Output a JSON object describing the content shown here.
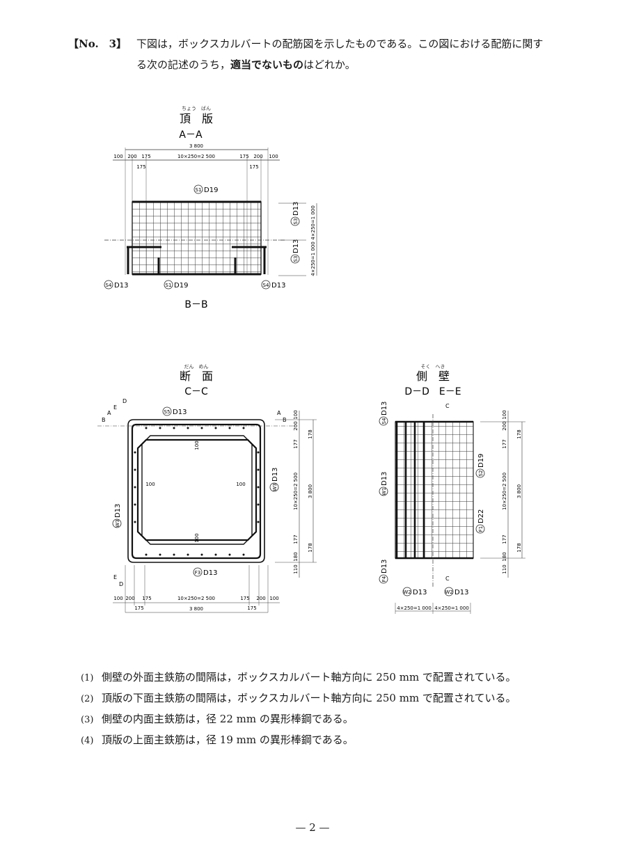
{
  "question": {
    "number": "【No.　3】",
    "line1": "下図は，ボックスカルバートの配筋図を示したものである。この図における配筋に関す",
    "line2_pre": "る次の記述のうち，",
    "line2_emph": "適当でないもの",
    "line2_post": "はどれか。"
  },
  "figures": {
    "top_slab": {
      "title_ruby": "ちょう　ばん",
      "title": "頂　版",
      "section": "A－A",
      "section_bottom": "B－B",
      "dim_total": "3 800",
      "dim_100": "100",
      "dim_200": "200",
      "dim_175": "175",
      "dim_span": "10×250=2 500",
      "dim_vert": "4×250=1 000",
      "label_s1": "D19",
      "label_s3": "D13",
      "label_s4": "D13"
    },
    "cross": {
      "title_ruby": "だん　めん",
      "title": "断　面",
      "section": "C－C",
      "label_s5": "D13",
      "label_w3": "D13",
      "label_f3": "D13",
      "dim_100": "100",
      "dim_vert_span": "10×250=2 500",
      "dim_total": "3 800",
      "dim_177": "177",
      "dim_178": "178",
      "dim_180": "180",
      "dim_110": "110",
      "cut_e": "E",
      "cut_d": "D",
      "cut_a": "A",
      "cut_b": "B"
    },
    "side_wall": {
      "title_ruby": "そく　へき",
      "title": "側　壁",
      "section": "D－D　E－E",
      "label_w1": "D13",
      "label_s2": "D19",
      "label_f1": "D22",
      "label_w2": "D13",
      "label_f4": "D13",
      "dim_bottom": "4×250=1 000",
      "cut_c": "C"
    }
  },
  "options": [
    {
      "no": "(1)",
      "text": "側壁の外面主鉄筋の間隔は，ボックスカルバート軸方向に 250 mm で配置されている。"
    },
    {
      "no": "(2)",
      "text": "頂版の下面主鉄筋の間隔は，ボックスカルバート軸方向に 250 mm で配置されている。"
    },
    {
      "no": "(3)",
      "text": "側壁の内面主鉄筋は，径 22 mm の異形棒鋼である。"
    },
    {
      "no": "(4)",
      "text": "頂版の上面主鉄筋は，径 19 mm の異形棒鋼である。"
    }
  ],
  "page_number": "— 2 —"
}
